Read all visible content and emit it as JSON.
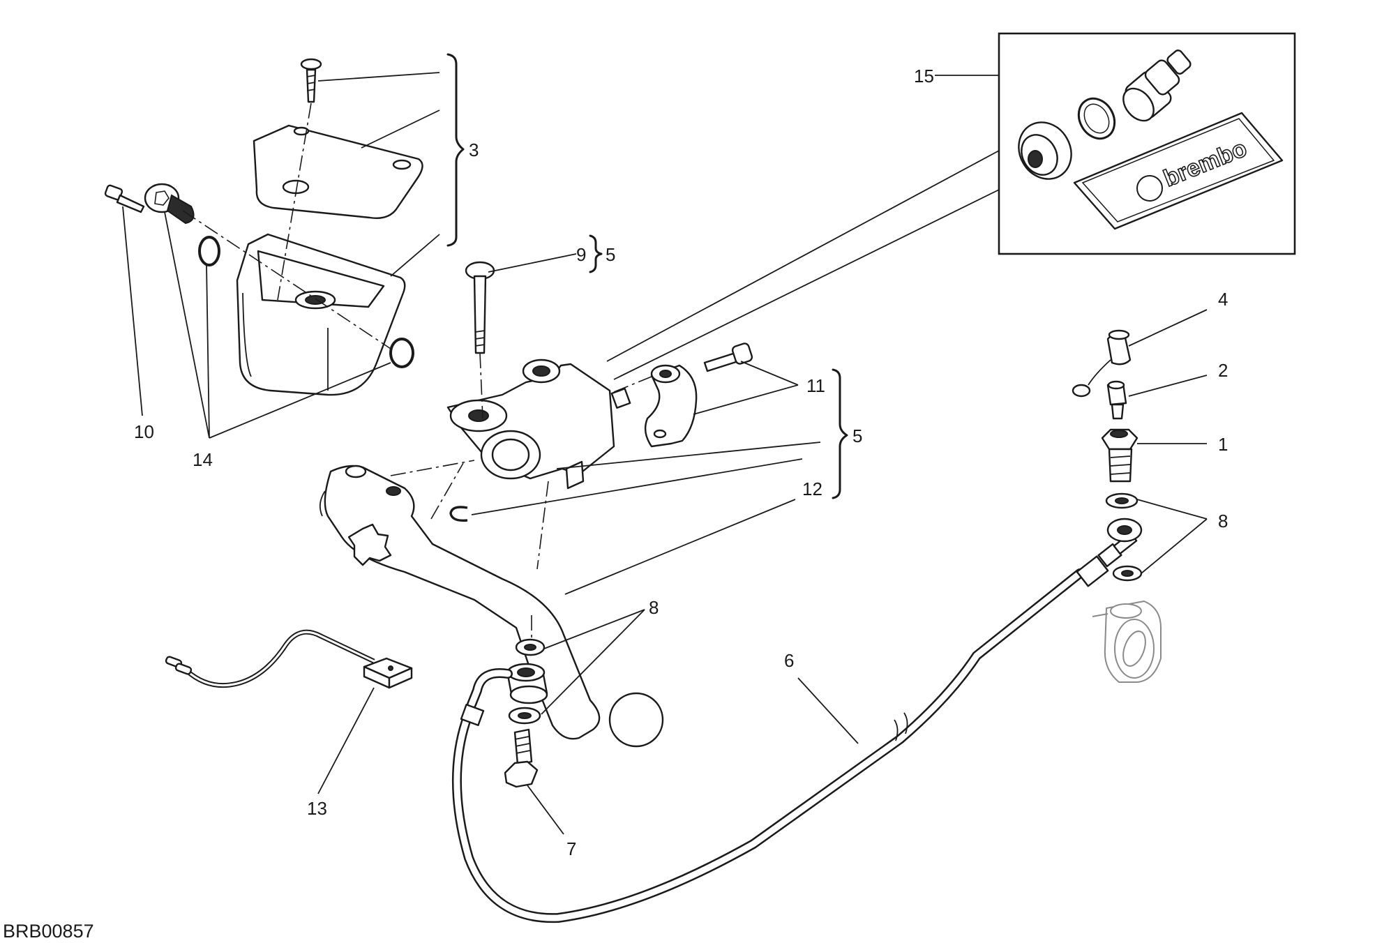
{
  "drawing_code": "BRB00857",
  "inset_brand": "brembo",
  "callouts": {
    "c1": "1",
    "c2": "2",
    "c3": "3",
    "c4": "4",
    "c5a": "5",
    "c5b": "5",
    "c6": "6",
    "c7": "7",
    "c8a": "8",
    "c8b": "8",
    "c9": "9",
    "c10": "10",
    "c11": "11",
    "c12": "12",
    "c13": "13",
    "c14": "14",
    "c15": "15"
  }
}
